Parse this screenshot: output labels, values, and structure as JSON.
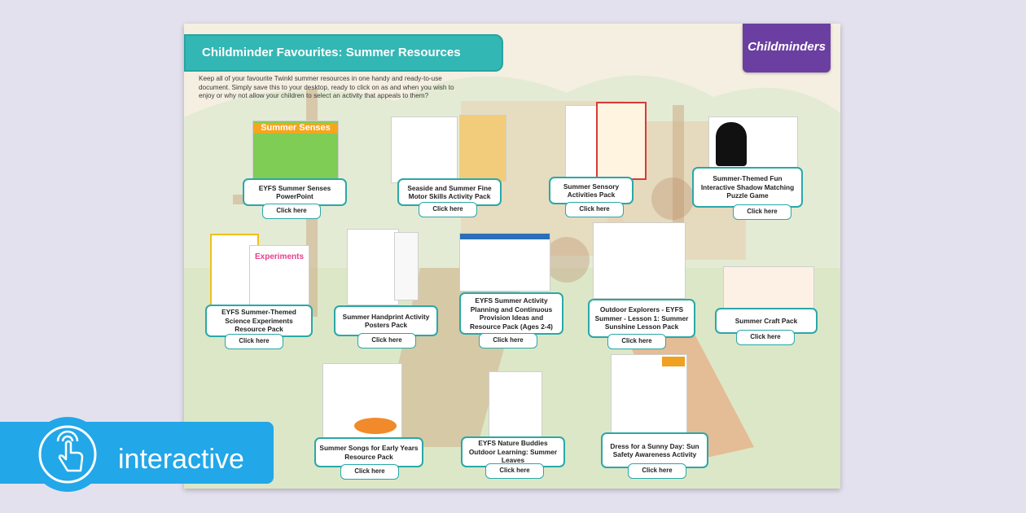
{
  "page": {
    "title": "Childminder Favourites: Summer Resources",
    "intro": "Keep all of your favourite Twinkl summer resources in one handy and ready-to-use document. Simply save this to your desktop, ready to click on as and when you wish to enjoy or why not allow your children to select an activity that appeals to them?",
    "brand": "Childminders"
  },
  "badge": {
    "label": "interactive"
  },
  "resources": [
    {
      "title": "EYFS Summer Senses PowerPoint",
      "button": "Click here",
      "thumb_text": "Summer Senses"
    },
    {
      "title": "Seaside and Summer Fine Motor Skills Activity Pack",
      "button": "Click here"
    },
    {
      "title": "Summer Sensory Activities Pack",
      "button": "Click here"
    },
    {
      "title": "Summer-Themed Fun Interactive Shadow Matching Puzzle Game",
      "button": "Click here"
    },
    {
      "title": "EYFS Summer-Themed Science Experiments Resource Pack",
      "button": "Click here",
      "thumb_text": "Experiments"
    },
    {
      "title": "Summer Handprint Activity Posters Pack",
      "button": "Click here"
    },
    {
      "title": "EYFS Summer Activity Planning and Continuous Provision Ideas and Resource Pack (Ages 2-4)",
      "button": "Click here"
    },
    {
      "title": "Outdoor Explorers - EYFS Summer - Lesson 1: Summer Sunshine Lesson Pack",
      "button": "Click here"
    },
    {
      "title": "Summer Craft Pack",
      "button": "Click here"
    },
    {
      "title": "Summer Songs for Early Years Resource Pack",
      "button": "Click here"
    },
    {
      "title": "EYFS Nature Buddies Outdoor Learning: Summer Leaves",
      "button": "Click here"
    },
    {
      "title": "Dress for a Sunny Day: Sun Safety Awareness Activity",
      "button": "Click here"
    }
  ]
}
